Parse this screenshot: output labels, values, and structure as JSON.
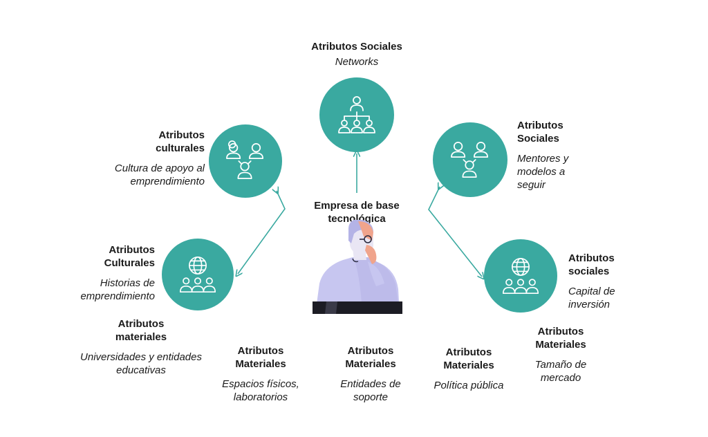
{
  "center": {
    "label": "Empresa de base tecnológica"
  },
  "nodes": {
    "top": {
      "title": "Atributos Sociales",
      "desc": "Networks",
      "icon": "network-org-icon"
    },
    "upper_left": {
      "title": "Atributos culturales",
      "desc": "Cultura de apoyo al emprendimiento",
      "icon": "people-group-icon"
    },
    "upper_right": {
      "title": "Atributos Sociales",
      "desc": "Mentores y modelos a seguir",
      "icon": "people-group-icon"
    },
    "lower_left": {
      "title": "Atributos Culturales",
      "desc": "Historias de emprendimiento",
      "icon": "globe-people-icon"
    },
    "lower_right": {
      "title": "Atributos sociales",
      "desc": "Capital de inversión",
      "icon": "globe-people-icon"
    }
  },
  "materials": [
    {
      "title": "Atributos materiales",
      "desc": "Universidades y entidades educativas"
    },
    {
      "title": "Atributos Materiales",
      "desc": "Espacios físicos, laboratorios"
    },
    {
      "title": "Atributos Materiales",
      "desc": "Entidades de soporte"
    },
    {
      "title": "Atributos Materiales",
      "desc": "Política pública"
    },
    {
      "title": "Atributos Materiales",
      "desc": "Tamaño de mercado"
    }
  ],
  "colors": {
    "circle": "#3aa9a0",
    "arrow": "#3aa9a0",
    "figure_shirt": "#c7c6f0",
    "figure_hair": "#f0a48c"
  }
}
